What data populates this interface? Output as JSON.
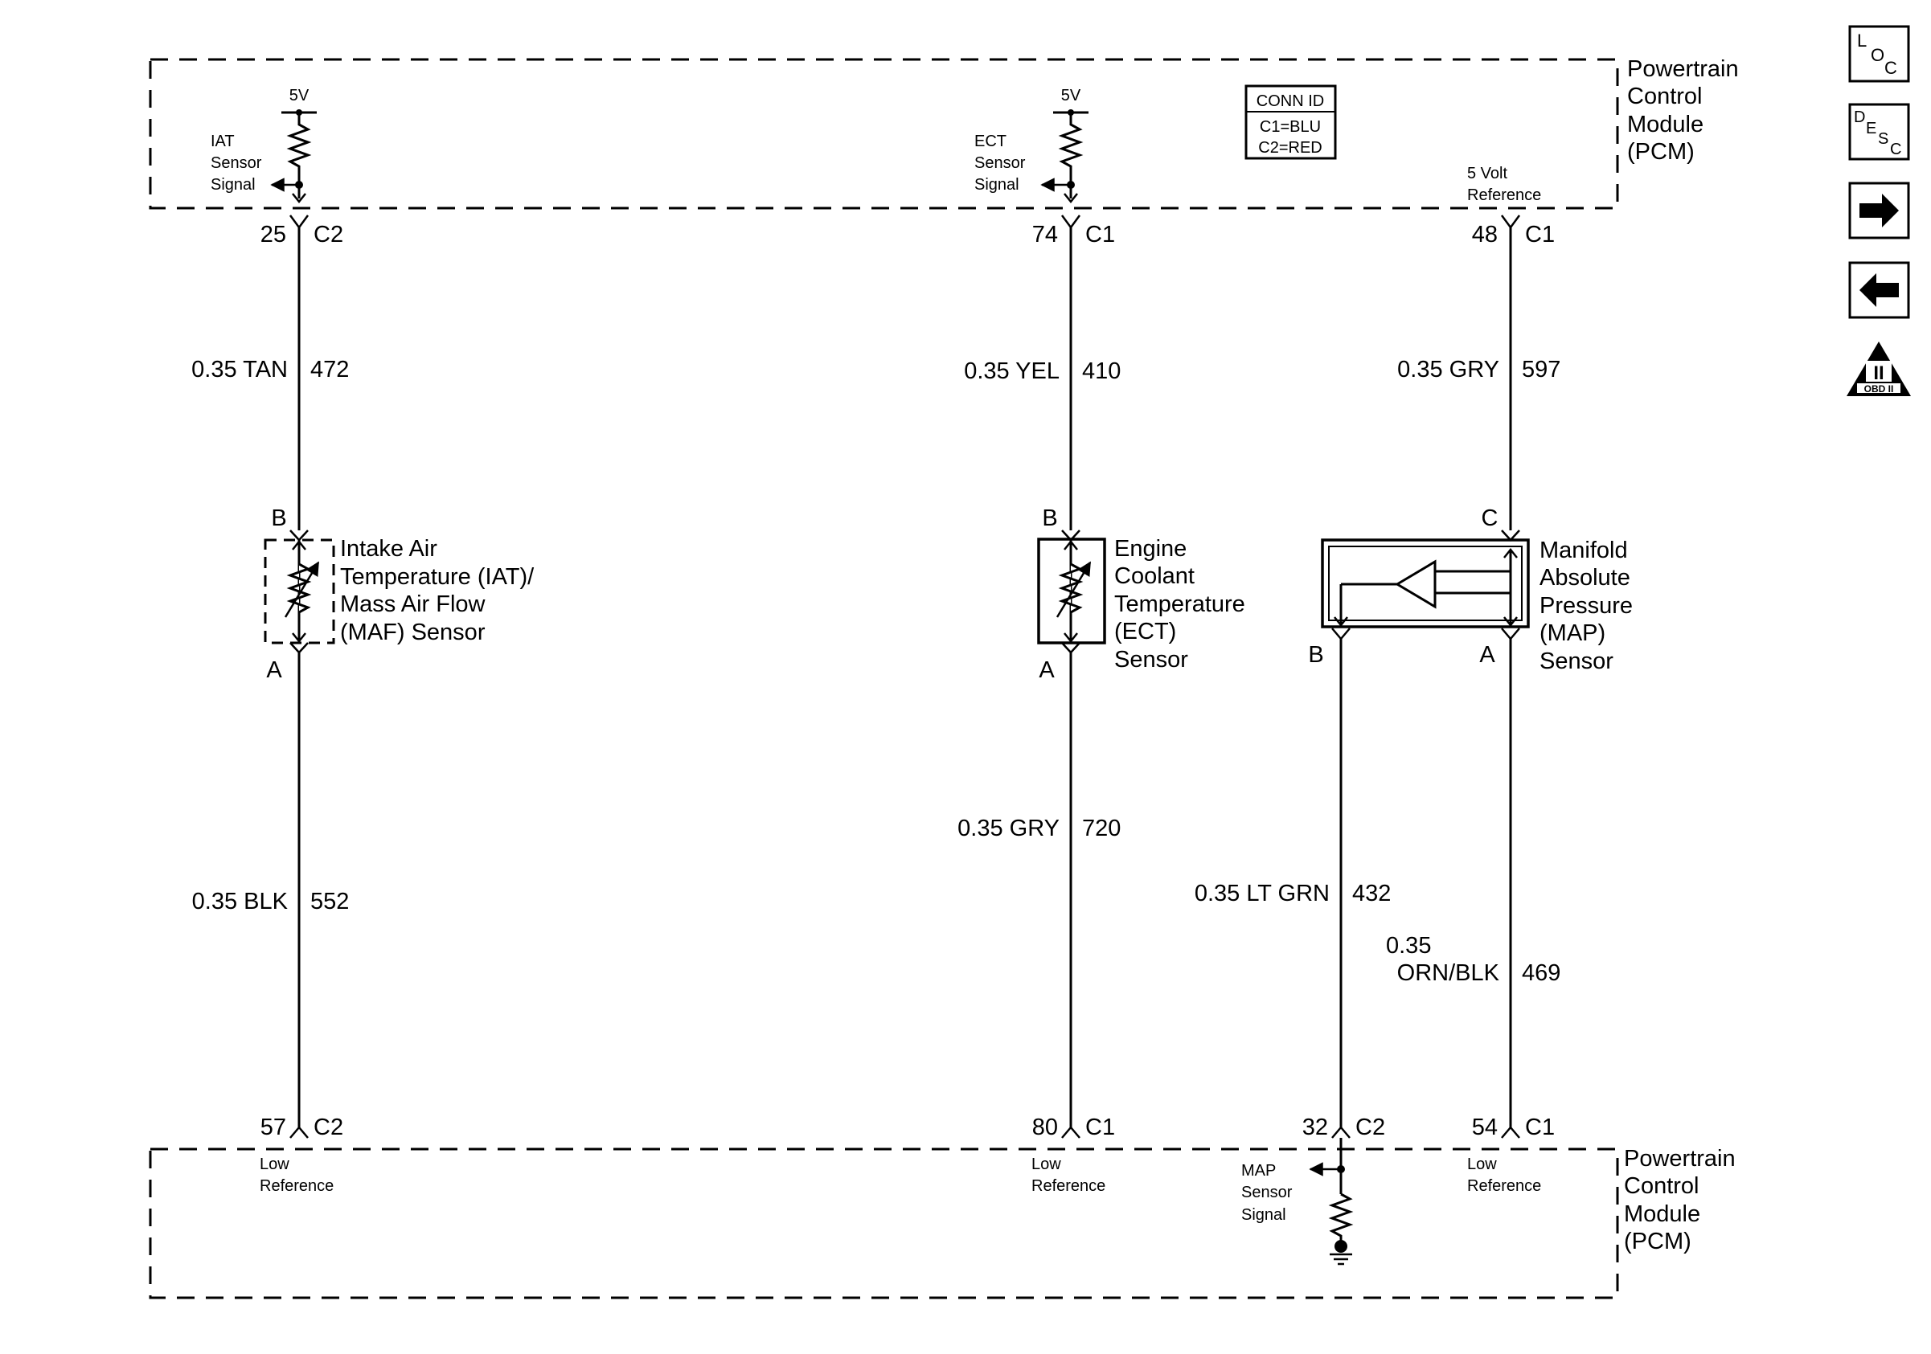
{
  "pcm_top": {
    "title_lines": [
      "Powertrain",
      "Control",
      "Module",
      "(PCM)"
    ],
    "iat_supply": "5V",
    "iat_signal_lines": [
      "IAT",
      "Sensor",
      "Signal"
    ],
    "ect_supply": "5V",
    "ect_signal_lines": [
      "ECT",
      "Sensor",
      "Signal"
    ],
    "ref_lines": [
      "5 Volt",
      "Reference"
    ],
    "conn_id": {
      "header": "CONN ID",
      "c1": "C1=BLU",
      "c2": "C2=RED"
    }
  },
  "pcm_bottom": {
    "title_lines": [
      "Powertrain",
      "Control",
      "Module",
      "(PCM)"
    ],
    "low_ref_lines": [
      "Low",
      "Reference"
    ],
    "map_signal_lines": [
      "MAP",
      "Sensor",
      "Signal"
    ]
  },
  "pins": {
    "iat_top": {
      "pin": "25",
      "conn": "C2"
    },
    "ect_top": {
      "pin": "74",
      "conn": "C1"
    },
    "ref_top": {
      "pin": "48",
      "conn": "C1"
    },
    "iat_bottom": {
      "pin": "57",
      "conn": "C2"
    },
    "ect_bottom": {
      "pin": "80",
      "conn": "C1"
    },
    "map_bottom": {
      "pin": "32",
      "conn": "C2"
    },
    "ref_bottom": {
      "pin": "54",
      "conn": "C1"
    }
  },
  "wires": {
    "iat_sig": {
      "gauge_color": "0.35 TAN",
      "circuit": "472"
    },
    "ect_sig": {
      "gauge_color": "0.35 YEL",
      "circuit": "410"
    },
    "map_ref": {
      "gauge_color": "0.35 GRY",
      "circuit": "597"
    },
    "iat_low": {
      "gauge_color": "0.35 BLK",
      "circuit": "552"
    },
    "ect_low": {
      "gauge_color": "0.35 GRY",
      "circuit": "720"
    },
    "map_sig": {
      "gauge_color": "0.35 LT GRN",
      "circuit": "432"
    },
    "map_low": {
      "gauge_lines": [
        "0.35",
        "ORN/BLK"
      ],
      "circuit": "469"
    }
  },
  "sensors": {
    "iat": {
      "label_lines": [
        "Intake Air",
        "Temperature (IAT)/",
        "Mass Air Flow",
        "(MAF) Sensor"
      ],
      "pin_top": "B",
      "pin_bottom": "A"
    },
    "ect": {
      "label_lines": [
        "Engine",
        "Coolant",
        "Temperature",
        "(ECT)",
        "Sensor"
      ],
      "pin_top": "B",
      "pin_bottom": "A"
    },
    "map": {
      "label_lines": [
        "Manifold",
        "Absolute",
        "Pressure",
        "(MAP)",
        "Sensor"
      ],
      "pin_top": "C",
      "pin_left": "B",
      "pin_right": "A"
    }
  },
  "nav": {
    "loc": {
      "l": "L",
      "o": "O",
      "c": "C"
    },
    "desc": {
      "d": "D",
      "e": "E",
      "s": "S",
      "c": "C"
    },
    "obd": {
      "numeral": "II",
      "label": "OBD II"
    }
  }
}
